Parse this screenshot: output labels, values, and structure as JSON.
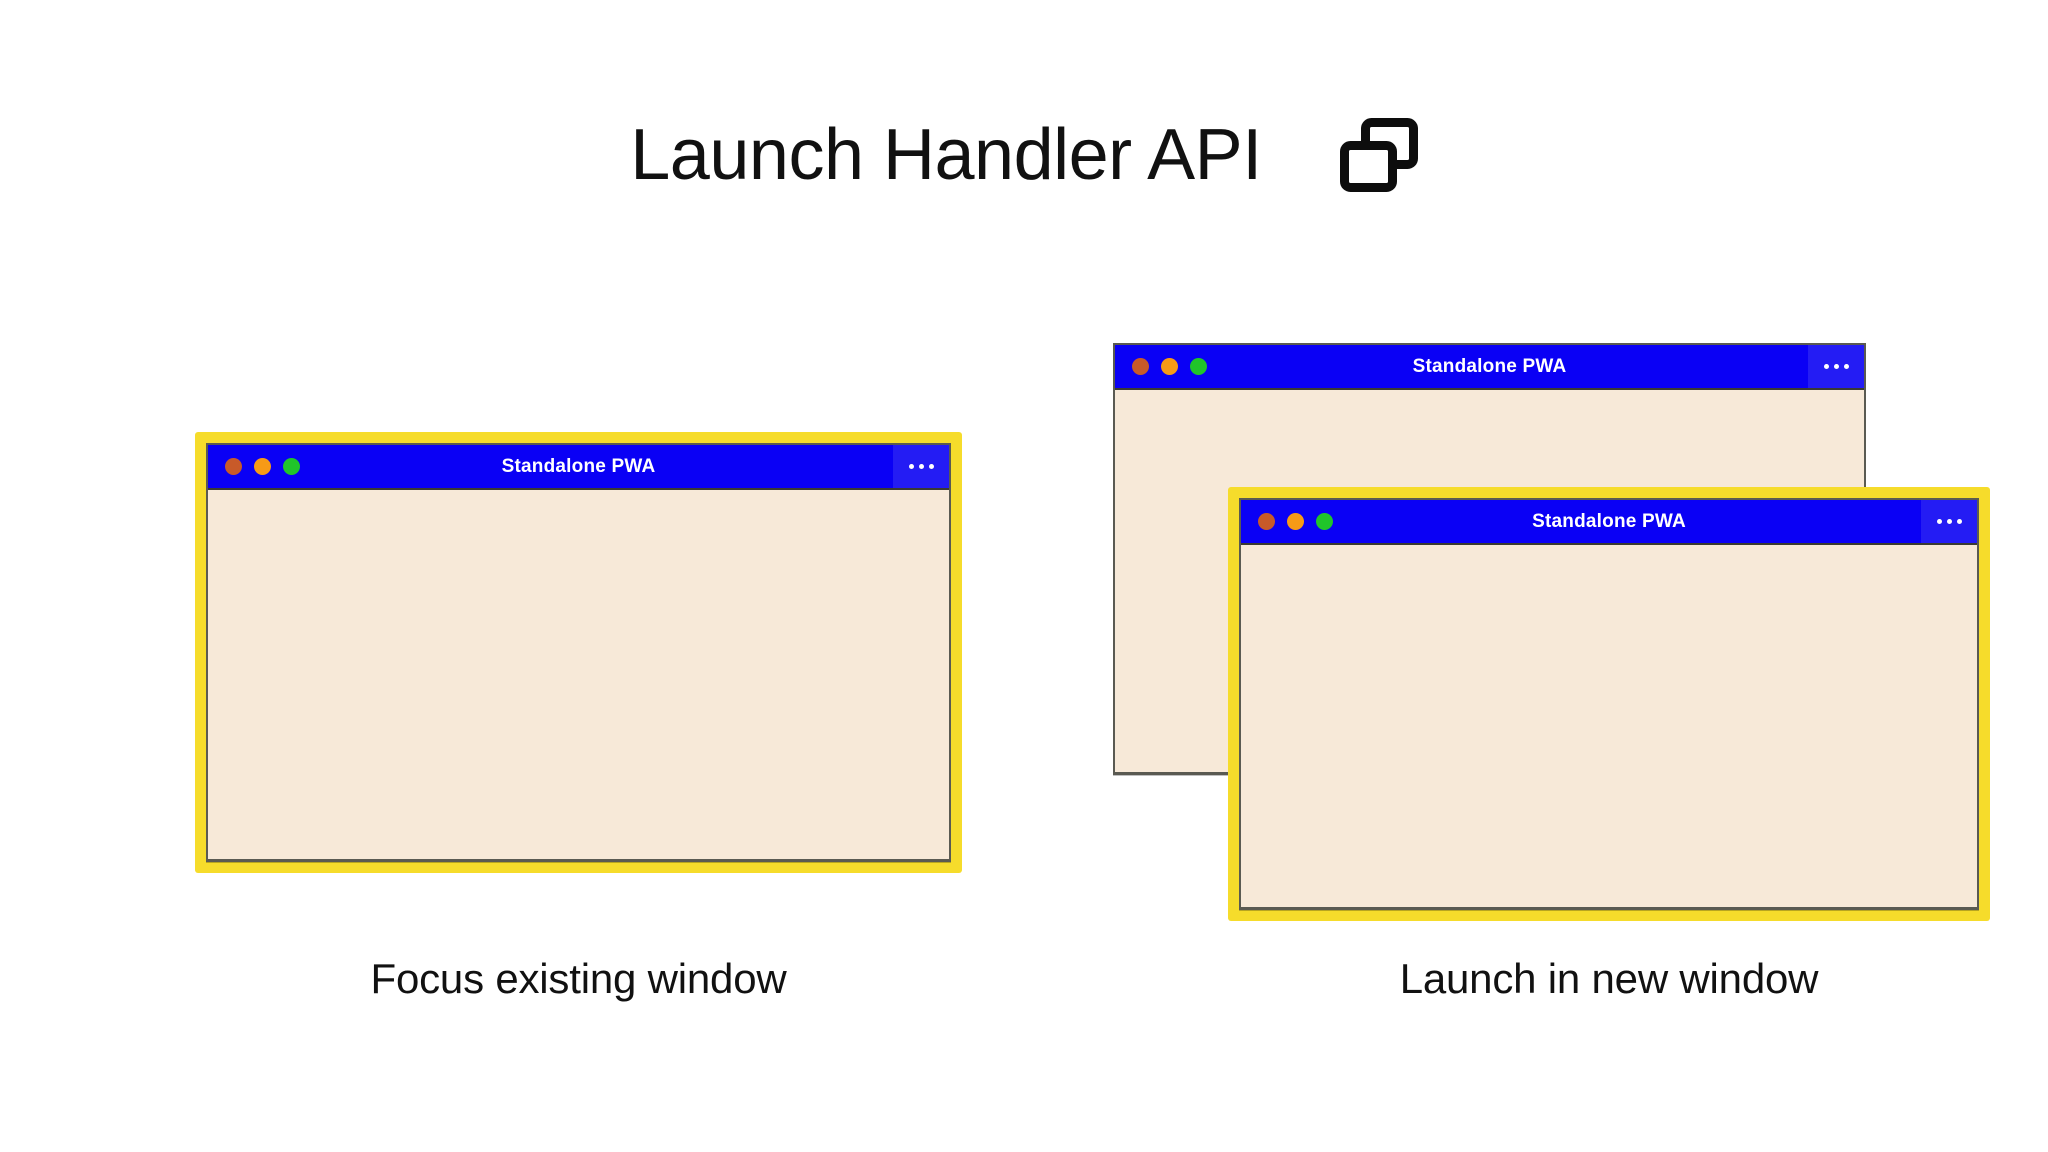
{
  "page": {
    "title": "Launch Handler API",
    "title_icon": "multi-window-icon",
    "background_color": "#FFFFFF",
    "text_color": "#111111"
  },
  "theme": {
    "titlebar_blue": "#0A00F5",
    "menu_blue": "#241CF4",
    "window_body_cream": "#F7E9D8",
    "highlight_yellow": "#F6DC2B",
    "window_border_gray": "#5A5A52",
    "dot_close_red": "#C85A29",
    "dot_minimize_orange": "#F79A16",
    "dot_maximize_green": "#20C52A"
  },
  "window_chrome": {
    "title": "Standalone PWA",
    "menu_icon": "overflow-menu-icon",
    "traffic_lights": [
      {
        "name": "close-dot",
        "color": "#C85A29"
      },
      {
        "name": "minimize-dot",
        "color": "#F79A16"
      },
      {
        "name": "maximize-dot",
        "color": "#20C52A"
      }
    ]
  },
  "scenarios": [
    {
      "id": "focus-existing-window",
      "caption": "Focus existing window",
      "windows": [
        {
          "role": "existing-window",
          "title": "Standalone PWA",
          "highlighted": true
        }
      ]
    },
    {
      "id": "launch-in-new-window",
      "caption": "Launch in new window",
      "windows": [
        {
          "role": "existing-window",
          "title": "Standalone PWA",
          "highlighted": false
        },
        {
          "role": "new-window",
          "title": "Standalone PWA",
          "highlighted": true
        }
      ]
    }
  ]
}
